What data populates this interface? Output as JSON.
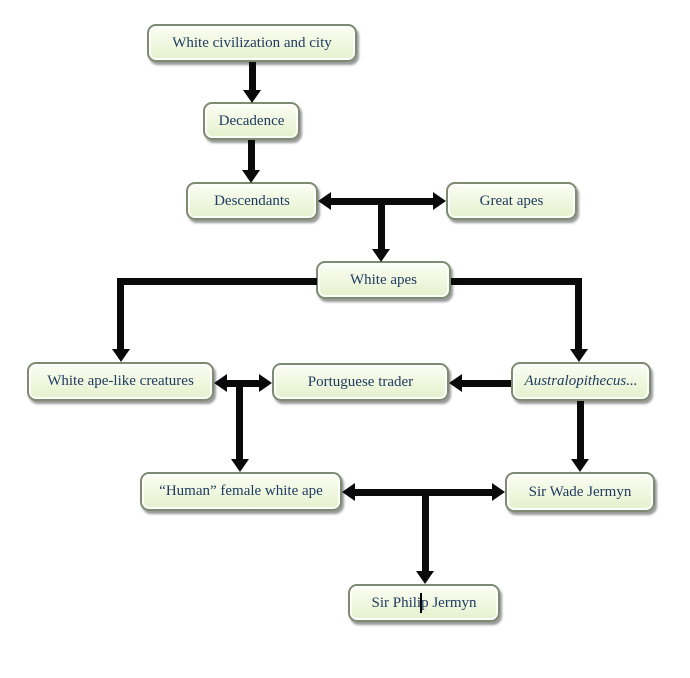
{
  "diagram": {
    "nodes": [
      {
        "id": "white-civilization",
        "label": "White civilization and city"
      },
      {
        "id": "decadence",
        "label": "Decadence"
      },
      {
        "id": "descendants",
        "label": "Descendants"
      },
      {
        "id": "great-apes",
        "label": "Great apes"
      },
      {
        "id": "white-apes",
        "label": "White apes"
      },
      {
        "id": "white-ape-like-creatures",
        "label": "White ape-like creatures"
      },
      {
        "id": "portuguese-trader",
        "label": "Portuguese trader"
      },
      {
        "id": "australopithecus",
        "label": "Australopithecus...",
        "style": "italic"
      },
      {
        "id": "human-female-white-ape",
        "label": "“Human” female white ape"
      },
      {
        "id": "sir-wade-jermyn",
        "label": "Sir Wade Jermyn"
      },
      {
        "id": "sir-philip-jermyn",
        "label": "Sir Philip Jermyn"
      }
    ],
    "edges": [
      {
        "from": "white-civilization",
        "to": "decadence",
        "type": "arrow-down"
      },
      {
        "from": "decadence",
        "to": "descendants",
        "type": "arrow-down"
      },
      {
        "between": [
          "descendants",
          "great-apes"
        ],
        "type": "double-arrow",
        "branch_down_to": "white-apes"
      },
      {
        "from": "white-apes",
        "to": "white-ape-like-creatures",
        "type": "elbow-arrow"
      },
      {
        "from": "white-apes",
        "to": "australopithecus",
        "type": "elbow-arrow"
      },
      {
        "between": [
          "white-ape-like-creatures",
          "portuguese-trader"
        ],
        "type": "double-arrow",
        "branch_down_to": "human-female-white-ape"
      },
      {
        "from": "australopithecus",
        "to": "portuguese-trader",
        "type": "arrow-left"
      },
      {
        "from": "australopithecus",
        "to": "sir-wade-jermyn",
        "type": "arrow-down"
      },
      {
        "between": [
          "human-female-white-ape",
          "sir-wade-jermyn"
        ],
        "type": "double-arrow",
        "branch_down_to": "sir-philip-jermyn"
      }
    ],
    "text_cursor": {
      "inside_node": "sir-philip-jermyn"
    }
  },
  "colors": {
    "node_fill_top": "#fbfdf4",
    "node_fill_bottom": "#e3f0cc",
    "node_border": "#7e8a71",
    "node_text": "#1f3c61",
    "arrow": "#0a0a0a",
    "background": "#ffffff"
  }
}
